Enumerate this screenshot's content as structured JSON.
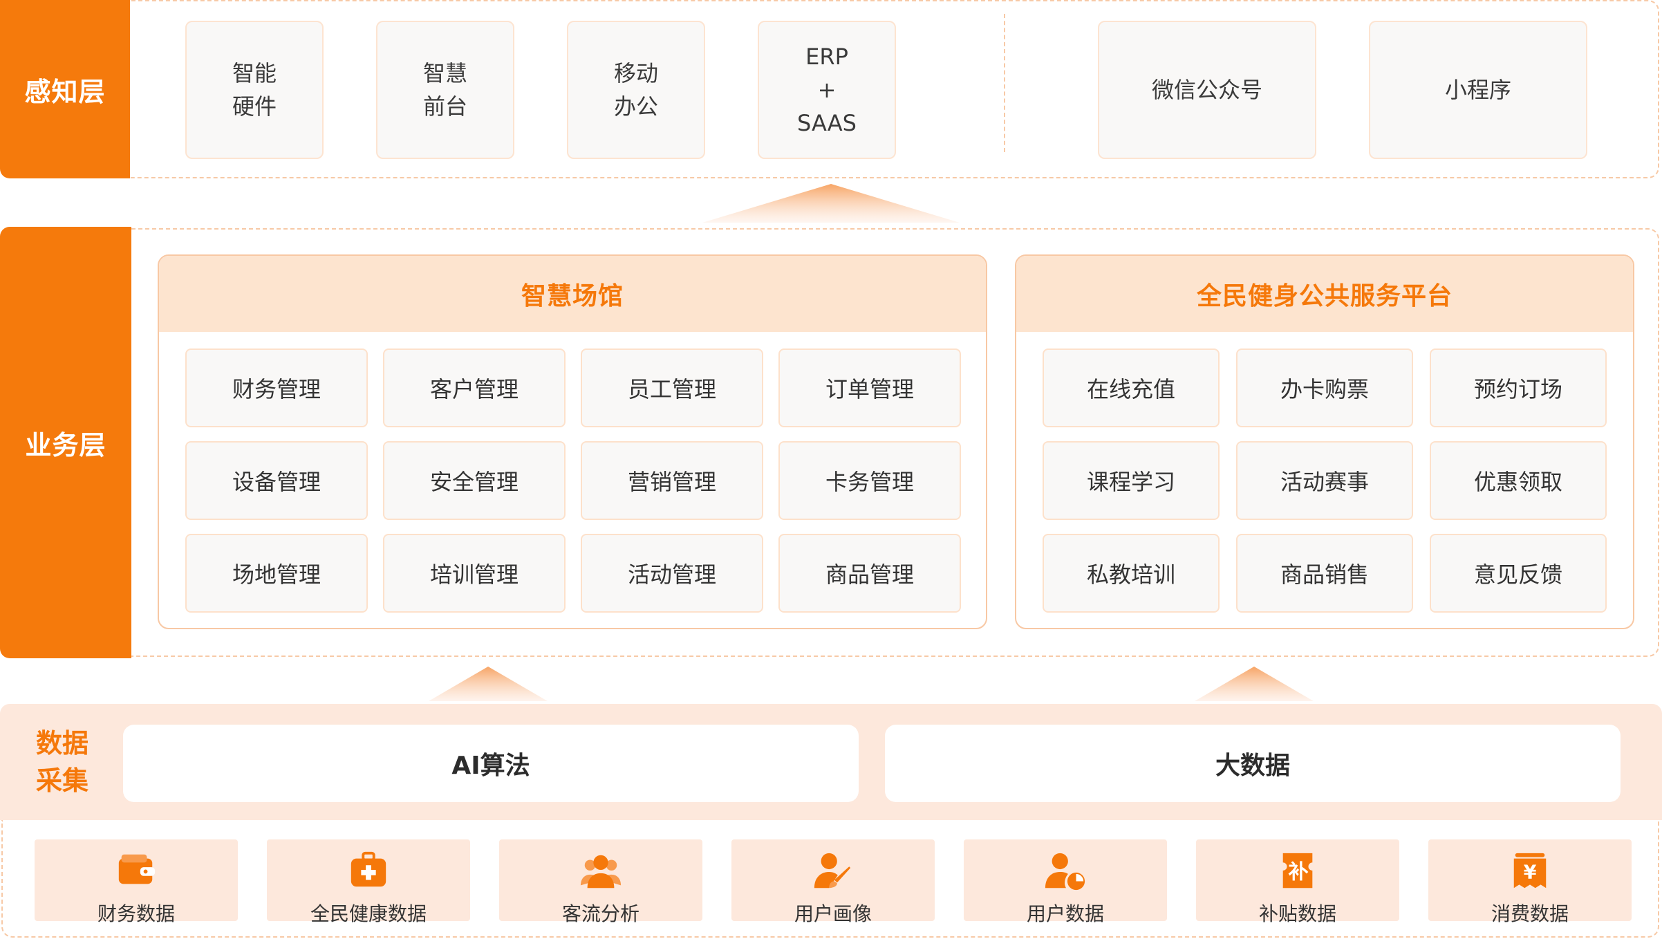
{
  "colors": {
    "accent": "#f5780a",
    "accent_light": "#fde4cf",
    "border_dashed": "#f7c9a6"
  },
  "perception": {
    "label": "感知层",
    "tiles": [
      "智能\n硬件",
      "智慧\n前台",
      "移动\n办公",
      "ERP\n+\nSAAS",
      "微信公众号",
      "小程序"
    ]
  },
  "business": {
    "label": "业务层",
    "venue": {
      "title": "智慧场馆",
      "items": [
        "财务管理",
        "客户管理",
        "员工管理",
        "订单管理",
        "设备管理",
        "安全管理",
        "营销管理",
        "卡务管理",
        "场地管理",
        "培训管理",
        "活动管理",
        "商品管理"
      ]
    },
    "fitness": {
      "title": "全民健身公共服务平台",
      "items": [
        "在线充值",
        "办卡购票",
        "预约订场",
        "课程学习",
        "活动赛事",
        "优惠领取",
        "私教培训",
        "商品销售",
        "意见反馈"
      ]
    }
  },
  "data_collection": {
    "label_line1": "数据",
    "label_line2": "采集",
    "ai": "AI算法",
    "bigdata": "大数据",
    "sources": [
      {
        "label": "财务数据",
        "icon": "wallet-icon"
      },
      {
        "label": "全民健康数据",
        "icon": "medical-kit-icon"
      },
      {
        "label": "客流分析",
        "icon": "people-group-icon"
      },
      {
        "label": "用户画像",
        "icon": "user-paint-icon"
      },
      {
        "label": "用户数据",
        "icon": "user-chart-icon"
      },
      {
        "label": "补贴数据",
        "icon": "subsidy-ticket-icon"
      },
      {
        "label": "消费数据",
        "icon": "yen-receipt-icon"
      }
    ],
    "subsidy_glyph": "补",
    "yen_glyph": "¥"
  }
}
